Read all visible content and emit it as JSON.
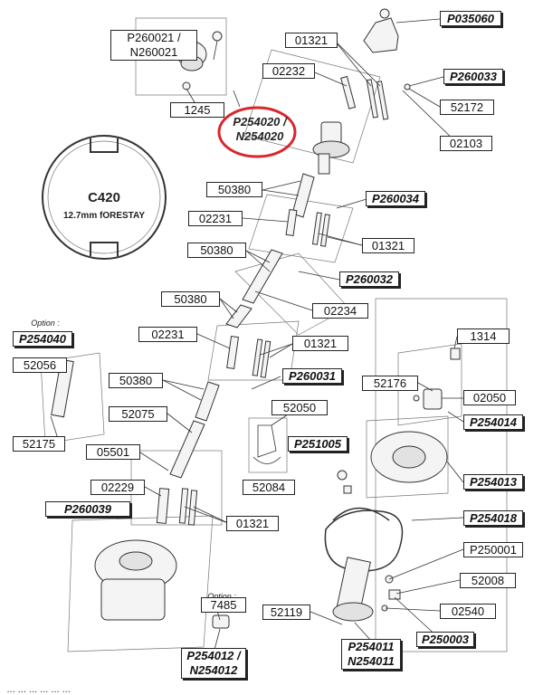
{
  "profile": {
    "code": "C420",
    "forestay": "12.7mm fORESTAY"
  },
  "option_label_1": "Option :",
  "option_label_2": "Option :",
  "caption": "... ... ... ... ... ...",
  "labels": {
    "p260021": "P260021 / N260021",
    "l1245": "1245",
    "l01321_top": "01321",
    "p035060": "P035060",
    "l02232": "02232",
    "p260033": "P260033",
    "l52172": "52172",
    "p254020": "P254020 / N254020",
    "l02103": "02103",
    "l50380_a": "50380",
    "p260034": "P260034",
    "l02231_a": "02231",
    "l01321_b": "01321",
    "l50380_b": "50380",
    "p260032": "P260032",
    "l50380_c": "50380",
    "l02234": "02234",
    "p254040": "P254040",
    "l02231_b": "02231",
    "l01321_c": "01321",
    "l1314": "1314",
    "l52056": "52056",
    "l50380_d": "50380",
    "p260031": "P260031",
    "l52176": "52176",
    "l02050": "02050",
    "l52075": "52075",
    "l52050": "52050",
    "p254014": "P254014",
    "l52175": "52175",
    "p251005": "P251005",
    "l05501": "05501",
    "p254013": "P254013",
    "l02229": "02229",
    "l52084": "52084",
    "p260039": "P260039",
    "l01321_d": "01321",
    "p254018": "P254018",
    "p250001": "P250001",
    "l52008": "52008",
    "l7485": "7485",
    "l52119": "52119",
    "l02540": "02540",
    "p250003": "P250003",
    "p254011": "P254011 N254011",
    "p254012": "P254012 / N254012"
  },
  "colors": {
    "highlight_ring": "#d8262c",
    "ink": "#222222"
  }
}
